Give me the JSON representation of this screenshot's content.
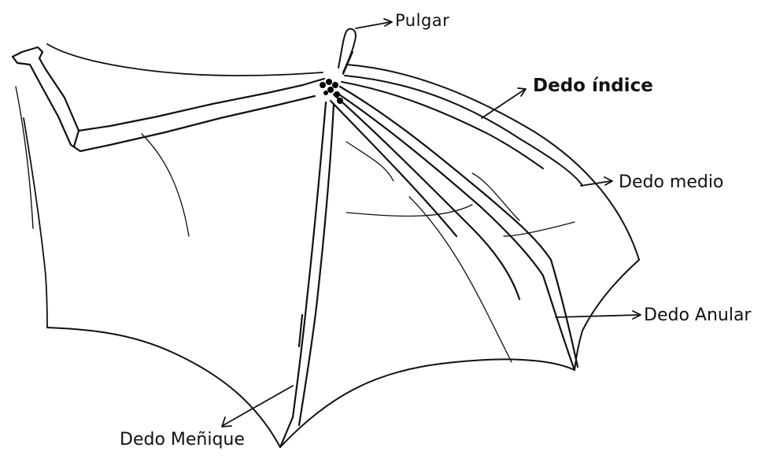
{
  "labels": {
    "pulgar": "Pulgar",
    "indice": "Dedo índice",
    "medio": "Dedo medio",
    "anular": "Dedo Anular",
    "menique": "Dedo Meñique"
  },
  "colors": {
    "ink": "#111111",
    "background": "#ffffff"
  }
}
